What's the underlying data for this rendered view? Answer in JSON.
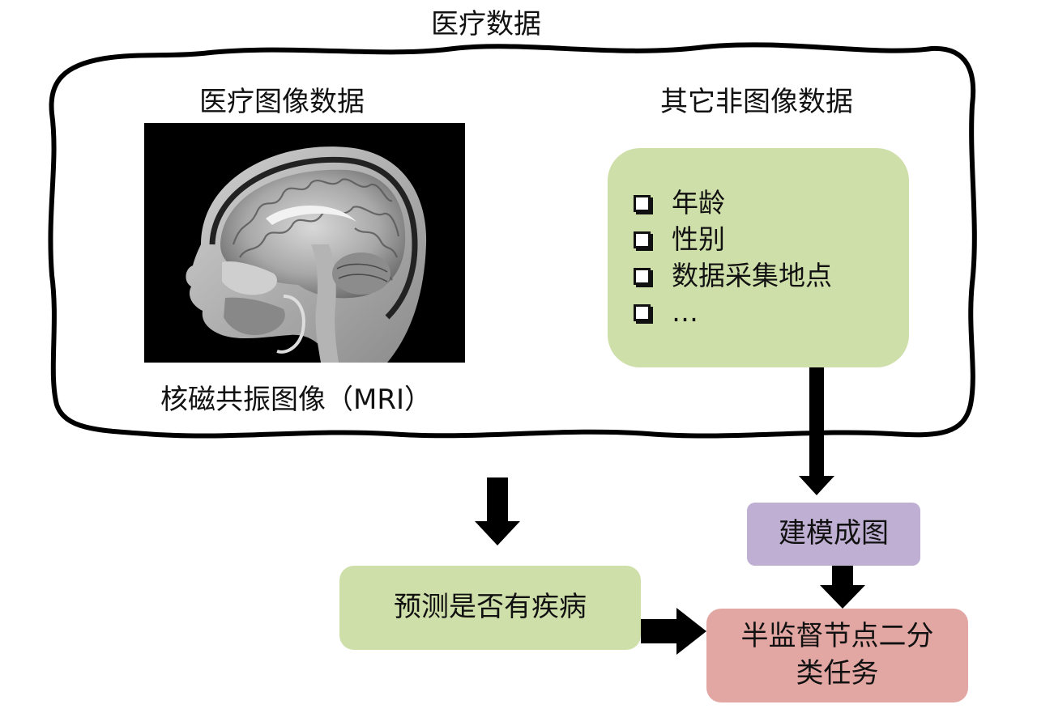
{
  "diagram": {
    "title": "医疗数据",
    "image_section": {
      "heading": "医疗图像数据",
      "image_caption": "核磁共振图像（MRI）"
    },
    "non_image_section": {
      "heading": "其它非图像数据",
      "items": [
        "年龄",
        "性别",
        "数据采集地点",
        "…"
      ]
    },
    "nodes": {
      "graph_build": "建模成图",
      "predict": "预测是否有疾病",
      "task_line1": "半监督节点二分",
      "task_line2": "类任务"
    },
    "colors": {
      "green_box": "#cfdfaa",
      "purple_box": "#bfb0d3",
      "pink_box": "#e2a6a3",
      "arrow": "#000000",
      "image_background": "#000000"
    }
  }
}
